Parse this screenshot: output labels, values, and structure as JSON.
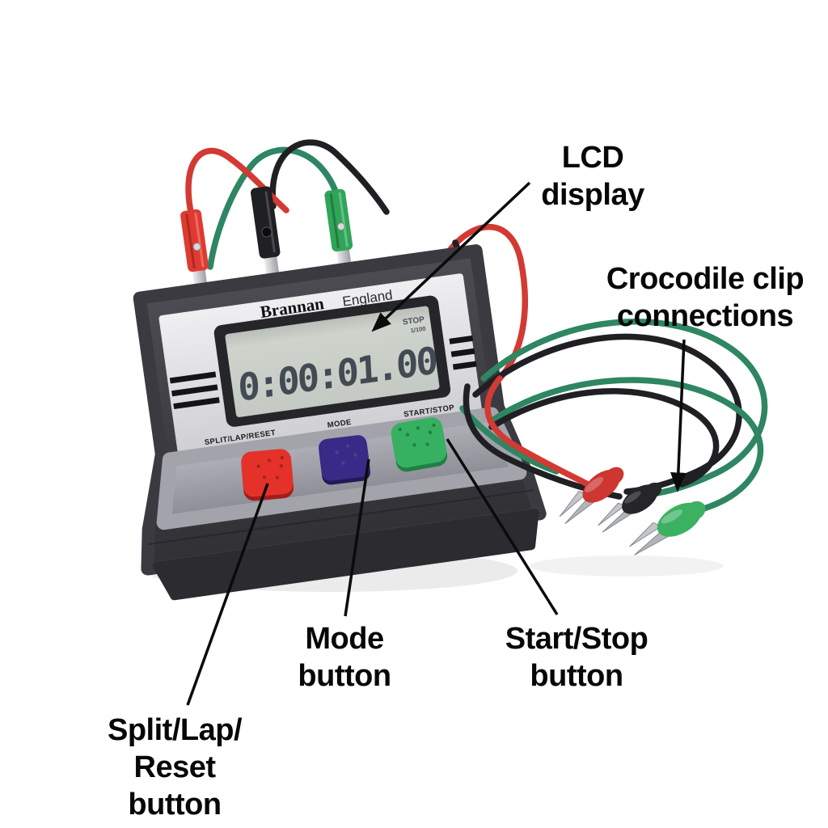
{
  "figure": {
    "description": "Labelled photo of a Brannan digital laboratory timer with crocodile clip leads",
    "background": "#ffffff"
  },
  "annotations": {
    "lcd_display": {
      "line1": "LCD",
      "line2": "display"
    },
    "crocodile": {
      "line1": "Crocodile clip",
      "line2": "connections"
    },
    "mode": {
      "line1": "Mode",
      "line2": "button"
    },
    "start_stop": {
      "line1": "Start/Stop",
      "line2": "button"
    },
    "split_lap_reset": {
      "line1": "Split/Lap/",
      "line2": "Reset",
      "line3": "button"
    }
  },
  "device": {
    "brand": "Brannan",
    "made_in": "England",
    "lcd": {
      "time": "0:00:01.00",
      "status_indicator": "STOP",
      "resolution_indicator": "1/100"
    },
    "face_labels": {
      "split_lap_reset": "SPLIT/LAP/RESET",
      "mode": "MODE",
      "start_stop": "START/STOP"
    },
    "buttons": {
      "split_lap_reset_face": "#e4322a",
      "split_lap_reset_edge": "#a31e19",
      "mode_face": "#382a86",
      "mode_edge": "#221a57",
      "start_stop_face": "#35b161",
      "start_stop_edge": "#1f7f42"
    }
  },
  "palette": {
    "body": "#3d3d43",
    "body_dark": "#2c2c31",
    "face": "#dddddf",
    "panel": "#9d9da5",
    "lcd_bezel": "#26262a",
    "lcd_screen": "#c9cec8",
    "stripe": "#141416",
    "wire_red": "#d23a33",
    "wire_black": "#202024",
    "wire_green": "#2e8662",
    "plug_red": "#e03a30",
    "plug_black": "#202024",
    "plug_green": "#2fa558",
    "clip_red": "#cd3631",
    "clip_black": "#26262a",
    "clip_green": "#3bb161",
    "metal": "#c3c6ca",
    "annotation": "#0b0b0b"
  }
}
